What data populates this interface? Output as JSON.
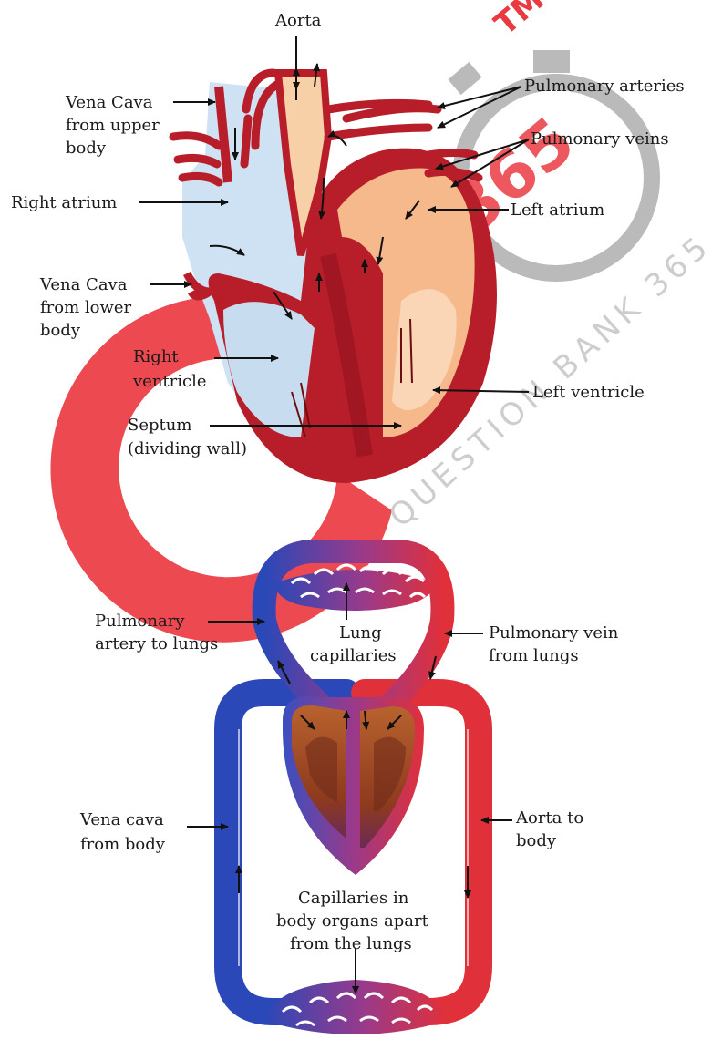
{
  "colors": {
    "heart_wall": "#b81e2a",
    "heart_wall_dark": "#8e1420",
    "deoxygenated_region": "#cfe2f4",
    "oxygenated_region": "#f6b98c",
    "aorta_fill": "#f7d0a8",
    "blue_vessel": "#2a48b8",
    "red_vessel": "#e0303a",
    "heart_muscle": "#a8542a",
    "watermark": "#e8242c",
    "watermark_grey": "#b3b3b3"
  },
  "watermark": {
    "tm": "TM",
    "number": "365",
    "text": "QUESTION BANK 365"
  },
  "heart_labels": {
    "aorta": "Aorta",
    "vena_cava_upper": [
      "Vena Cava",
      "from upper",
      "body"
    ],
    "right_atrium": "Right atrium",
    "vena_cava_lower": [
      "Vena Cava",
      "from lower",
      "body"
    ],
    "right_ventricle": [
      "Right",
      "ventricle"
    ],
    "septum": [
      "Septum",
      "(dividing wall)"
    ],
    "pulmonary_arteries": "Pulmonary arteries",
    "pulmonary_veins": "Pulmonary veins",
    "left_atrium": "Left atrium",
    "left_ventricle": "Left ventricle"
  },
  "circulation_labels": {
    "pulmonary_artery": [
      "Pulmonary",
      "artery to lungs"
    ],
    "lung_capillaries": [
      "Lung",
      "capillaries"
    ],
    "pulmonary_vein": [
      "Pulmonary vein",
      "from lungs"
    ],
    "vena_cava_body": [
      "Vena cava",
      "from body"
    ],
    "aorta_body": [
      "Aorta to",
      "body"
    ],
    "body_capillaries": [
      "Capillaries in",
      "body organs apart",
      "from the lungs"
    ]
  }
}
